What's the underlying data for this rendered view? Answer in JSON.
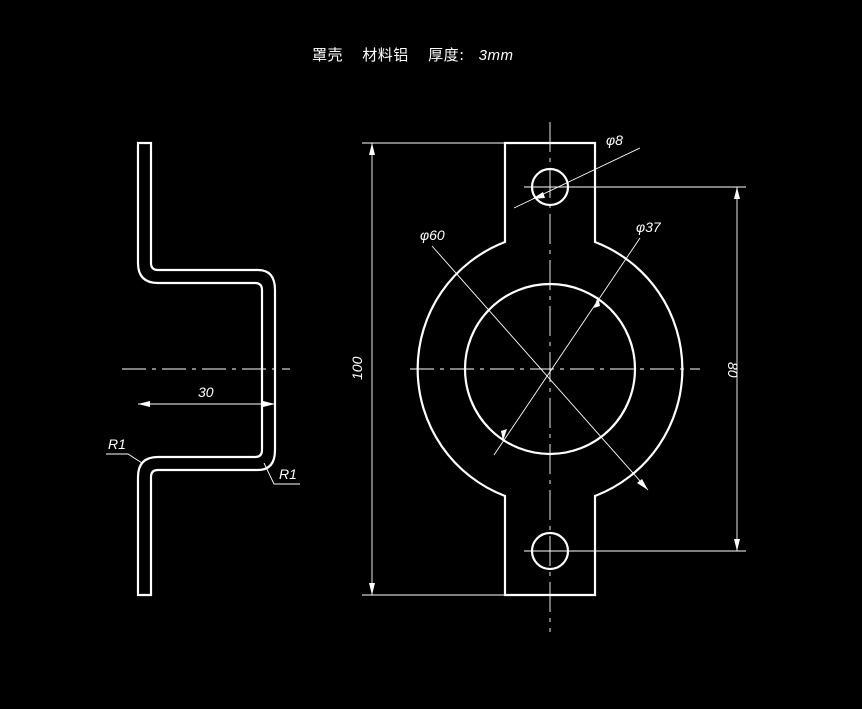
{
  "title": {
    "part_name": "罩壳",
    "material": "材料铝",
    "thickness_label": "厚度:",
    "thickness_value": "3mm"
  },
  "dimensions": {
    "hole_dia": "φ8",
    "outer_dia": "φ60",
    "inner_dia": "φ37",
    "overall_height": "100",
    "hole_spacing": "80",
    "flange_width": "30",
    "radius_left": "R1",
    "radius_right": "R1"
  },
  "colors": {
    "background": "#000000",
    "lines": "#ffffff"
  }
}
